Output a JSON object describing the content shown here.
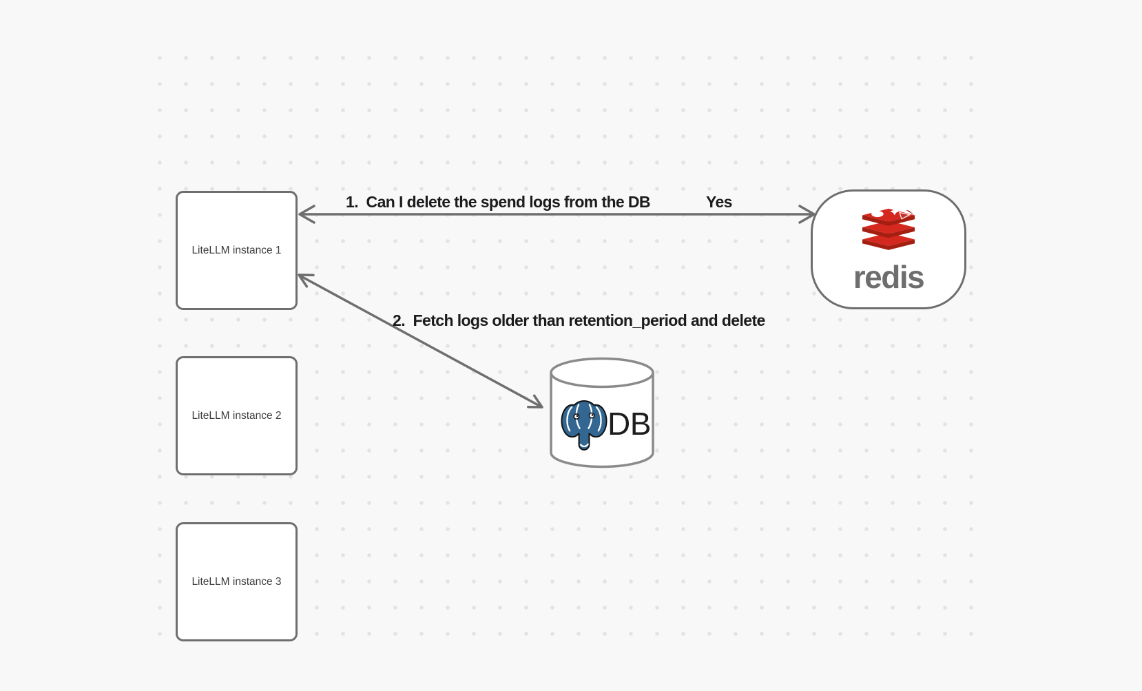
{
  "diagram": {
    "background_color": "#f8f8f8",
    "dot_color": "#e3e3e3",
    "stroke_color": "#6e6e6e",
    "instances": [
      {
        "label": "LiteLLM instance 1"
      },
      {
        "label": "LiteLLM instance 2"
      },
      {
        "label": "LiteLLM instance 3"
      }
    ],
    "redis_node": {
      "wordmark": "redis",
      "logo_icon": "redis-stack-logo",
      "logo_red": "#d5281e",
      "logo_dark_red": "#a41e11",
      "wordmark_color": "#6e6e6e"
    },
    "db_node": {
      "label": "DB",
      "logo_icon": "postgresql-elephant-logo",
      "postgres_blue": "#336791"
    },
    "arrow1": {
      "label": "1.  Can I delete the spend logs from the DB",
      "answer": "Yes",
      "from": "LiteLLM instance 1",
      "to": "redis",
      "bidirectional": true
    },
    "arrow2": {
      "label": "2.  Fetch logs older than retention_period and delete",
      "from": "LiteLLM instance 1",
      "to": "DB",
      "bidirectional": true
    }
  }
}
